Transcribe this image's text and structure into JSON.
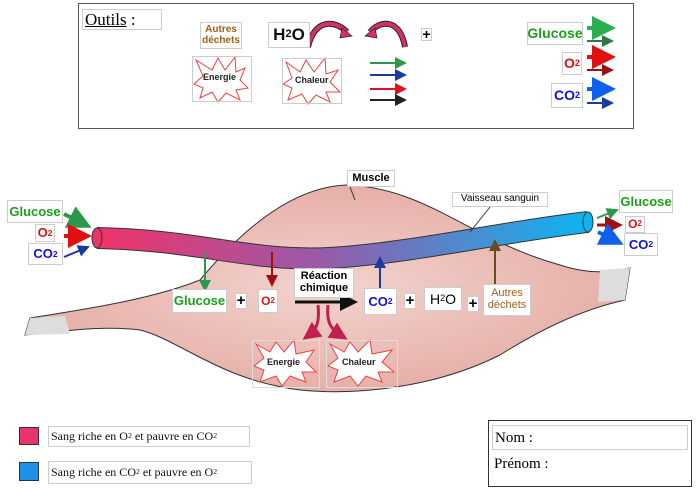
{
  "tools": {
    "title": "Outils",
    "colon": ":",
    "autres_dechets": "Autres déchets",
    "h2o": "H",
    "h2o_sub": "2",
    "h2o_end": "O",
    "plus": "+",
    "energie": "Energie",
    "chaleur": "Chaleur",
    "glucose": "Glucose",
    "o2": "O",
    "o2_sub": "2",
    "co2": "CO",
    "co2_sub": "2"
  },
  "diagram": {
    "muscle_label": "Muscle",
    "vessel_label": "Vaisseau sanguin",
    "in_glucose": "Glucose",
    "in_o2": "O",
    "in_o2_sub": "2",
    "in_co2": "CO",
    "in_co2_sub": "2",
    "out_glucose": "Glucose",
    "out_o2": "O",
    "out_o2_sub": "2",
    "out_co2": "CO",
    "out_co2_sub": "2",
    "eq_glucose": "Glucose",
    "eq_plus": "+",
    "eq_o2": "O",
    "eq_o2_sub": "2",
    "reaction": "Réaction chimique",
    "eq_co2": "CO",
    "eq_co2_sub": "2",
    "eq_h2o": "H",
    "eq_h2o_sub": "2",
    "eq_h2o_end": "O",
    "eq_autres": "Autres déchets",
    "energie": "Energie",
    "chaleur": "Chaleur"
  },
  "legend": {
    "rich_o2": {
      "pre": "Sang riche en O",
      "sub1": "2",
      "mid": " et pauvre en CO",
      "sub2": "2",
      "color": "#e8336b"
    },
    "rich_co2": {
      "pre": "Sang riche en CO",
      "sub1": "2",
      "mid": " et pauvre en O",
      "sub2": "2",
      "color": "#1e90e6"
    }
  },
  "student": {
    "nom": "Nom",
    "nom_colon": ":",
    "prenom": "Prénom :"
  },
  "colors": {
    "glucose": "#1aa01a",
    "o2": "#e01010",
    "co2": "#1010e0",
    "dechets": "#a0601a"
  }
}
